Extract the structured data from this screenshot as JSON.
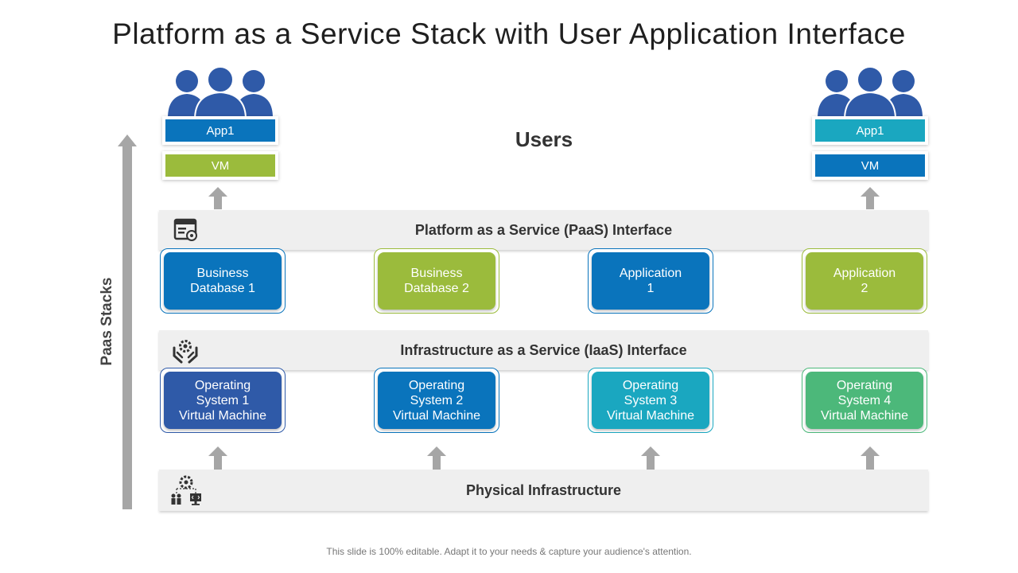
{
  "title": "Platform as a Service Stack with User Application Interface",
  "users_label": "Users",
  "axis_label": "Paas Stacks",
  "user_groups": {
    "left": {
      "top": "App1",
      "bottom": "VM"
    },
    "right": {
      "top": "App1",
      "bottom": "VM"
    }
  },
  "bands": {
    "paas": "Platform as a Service (PaaS) Interface",
    "iaas": "Infrastructure as a Service (IaaS) Interface",
    "physical": "Physical Infrastructure"
  },
  "paas_boxes": [
    "Business\nDatabase 1",
    "Business\nDatabase 2",
    "Application\n1",
    "Application\n2"
  ],
  "iaas_boxes": [
    "Operating\nSystem 1\nVirtual Machine",
    "Operating\nSystem 2\nVirtual Machine",
    "Operating\nSystem 3\nVirtual Machine",
    "Operating\nSystem 4\nVirtual Machine"
  ],
  "footer": "This slide is 100% editable. Adapt it to your needs & capture your audience's attention.",
  "colors": {
    "dark_blue": "#2f5aa8",
    "blue": "#0a74bc",
    "teal": "#1aa7c0",
    "green": "#9bbb3c",
    "emerald": "#4cb87a",
    "user_icon": "#2f5aa8",
    "arrow_gray": "#a6a6a6",
    "band_gray": "#efefef"
  },
  "icons": [
    "people-group-icon",
    "browser-settings-icon",
    "hands-gear-icon",
    "network-infrastructure-icon",
    "up-arrow-icon"
  ]
}
